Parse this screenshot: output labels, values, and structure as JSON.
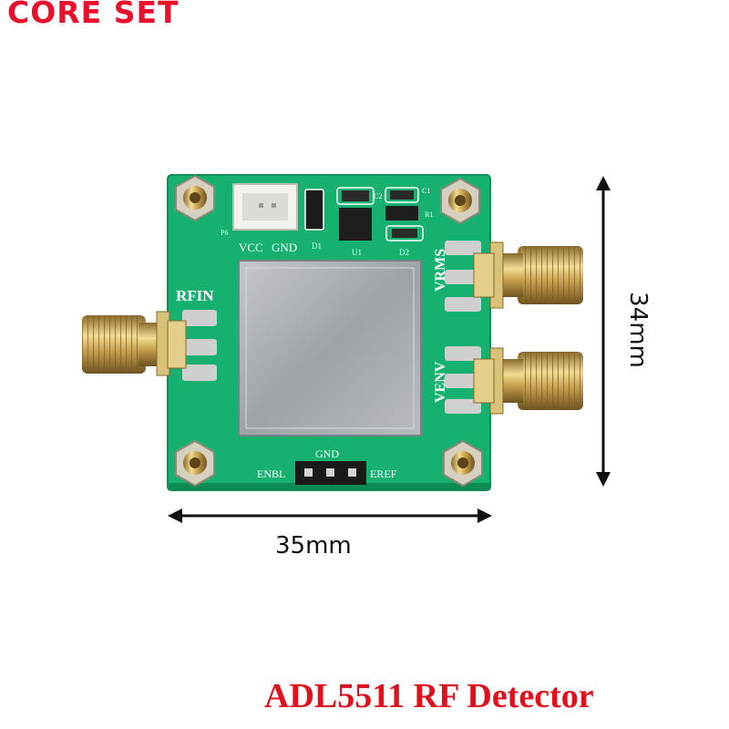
{
  "brand": {
    "text": "CORE SET",
    "color": "#e8102a"
  },
  "caption": {
    "text": "ADL5511 RF Detector",
    "color": "#e0101c"
  },
  "dimensions": {
    "width_label": "35mm",
    "height_label": "34mm"
  },
  "board": {
    "color": "#16b070",
    "labels": {
      "rfin": "RFIN",
      "vrms": "VRMS",
      "venv": "VENV",
      "vcc": "VCC",
      "gnd_top": "GND",
      "gnd_bottom": "GND",
      "enbl": "ENBL",
      "eref": "EREF",
      "p6": "P6",
      "d1": "D1",
      "u1": "U1",
      "d2": "D2",
      "c2": "C2",
      "c1": "C1",
      "r1": "R1"
    }
  }
}
